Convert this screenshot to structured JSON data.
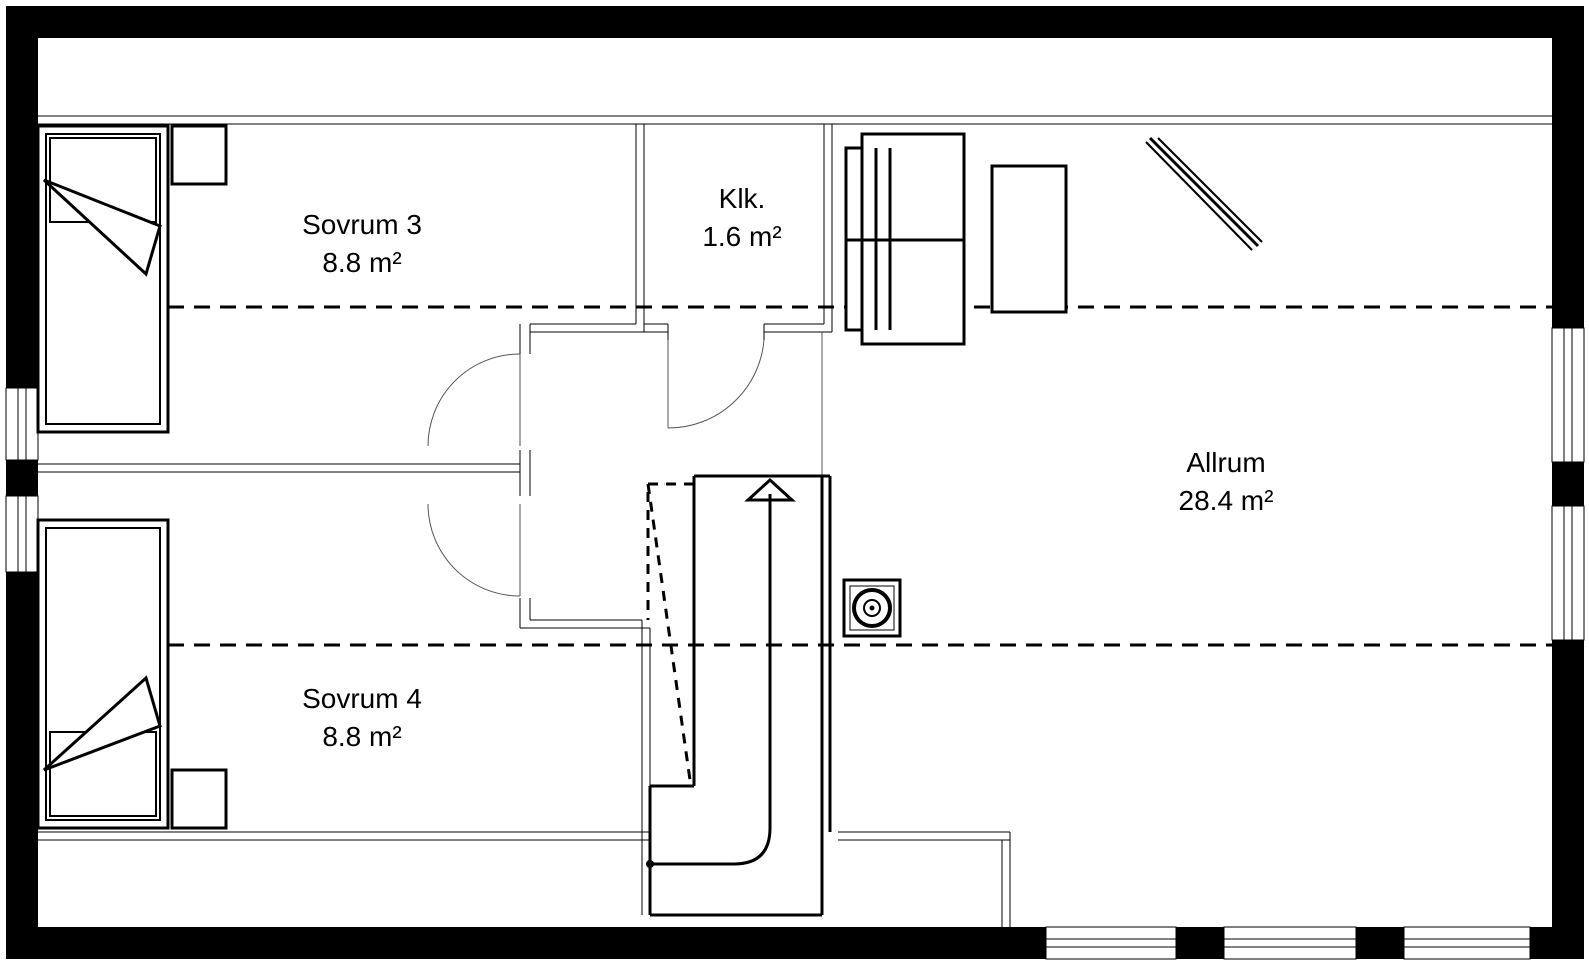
{
  "colors": {
    "wall": "#000000",
    "background": "#ffffff",
    "thin_line": "#555555"
  },
  "rooms": [
    {
      "id": "sovrum-3",
      "name": "Sovrum 3",
      "area": "8.8 m²"
    },
    {
      "id": "klk",
      "name": "Klk.",
      "area": "1.6 m²"
    },
    {
      "id": "allrum",
      "name": "Allrum",
      "area": "28.4 m²"
    },
    {
      "id": "sovrum-4",
      "name": "Sovrum 4",
      "area": "8.8 m²"
    }
  ]
}
